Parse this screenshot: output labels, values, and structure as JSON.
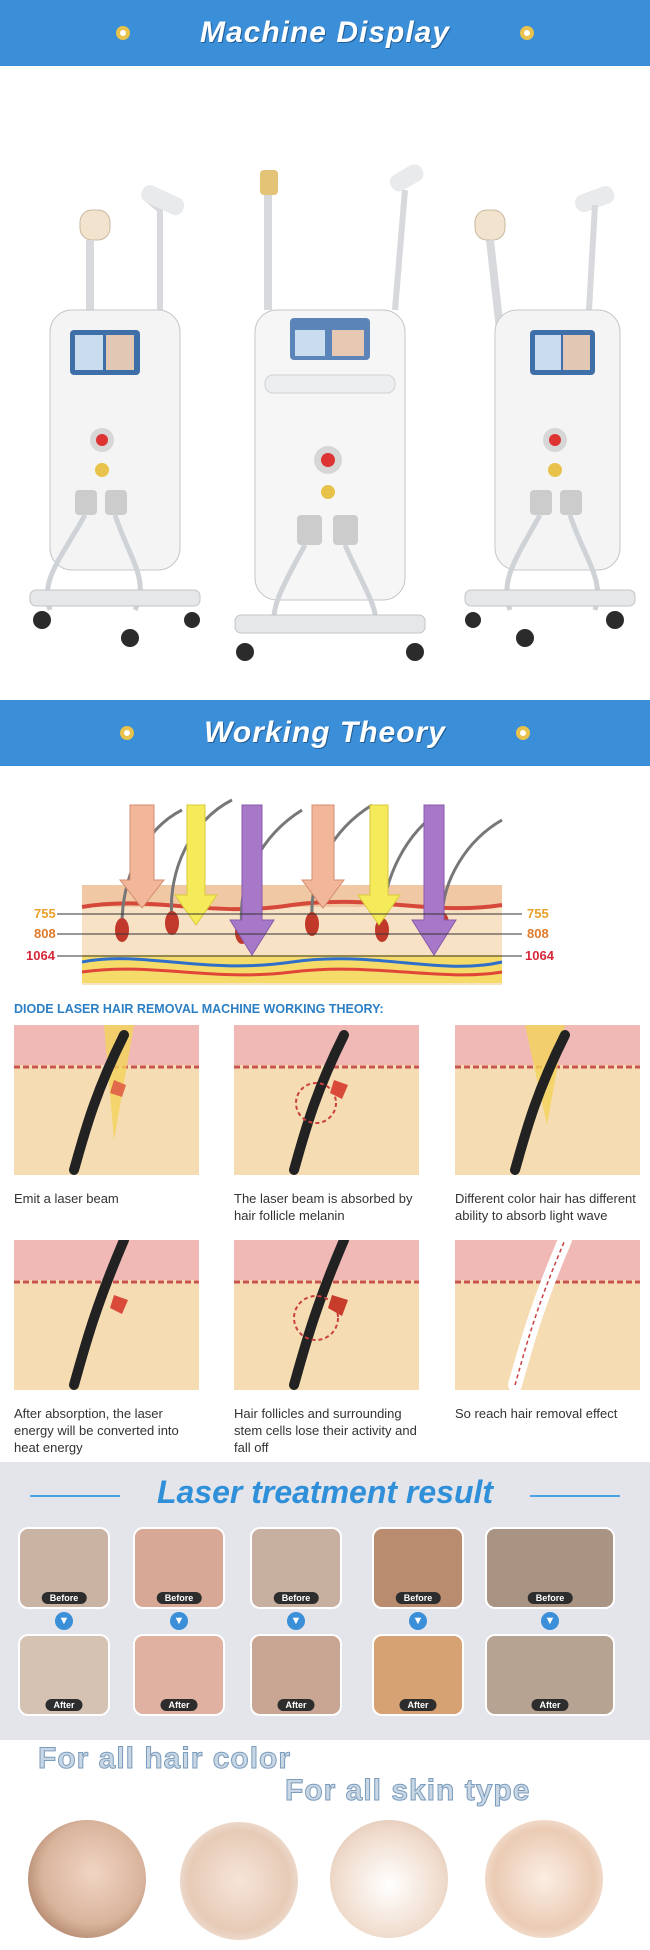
{
  "machine_display": {
    "title": "Machine Display"
  },
  "working_theory": {
    "title": "Working Theory",
    "wavelengths_left": [
      "755",
      "808",
      "1064"
    ],
    "wavelengths_right": [
      "755",
      "808",
      "1064"
    ],
    "diode_title": "DIODE LASER HAIR REMOVAL MACHINE WORKING THEORY:",
    "steps": [
      "Emit a laser beam",
      "The laser beam is absorbed by hair follicle melanin",
      "Different color hair has different ability to absorb light wave",
      "After absorption, the laser energy will be converted into heat energy",
      "Hair follicles and surrounding stem cells lose their activity and fall off",
      "So reach hair removal effect"
    ]
  },
  "results": {
    "title": "Laser treatment result",
    "before_label": "Before",
    "after_label": "After"
  },
  "slogans": {
    "hair": "For all hair color",
    "skin": "For all skin type"
  }
}
